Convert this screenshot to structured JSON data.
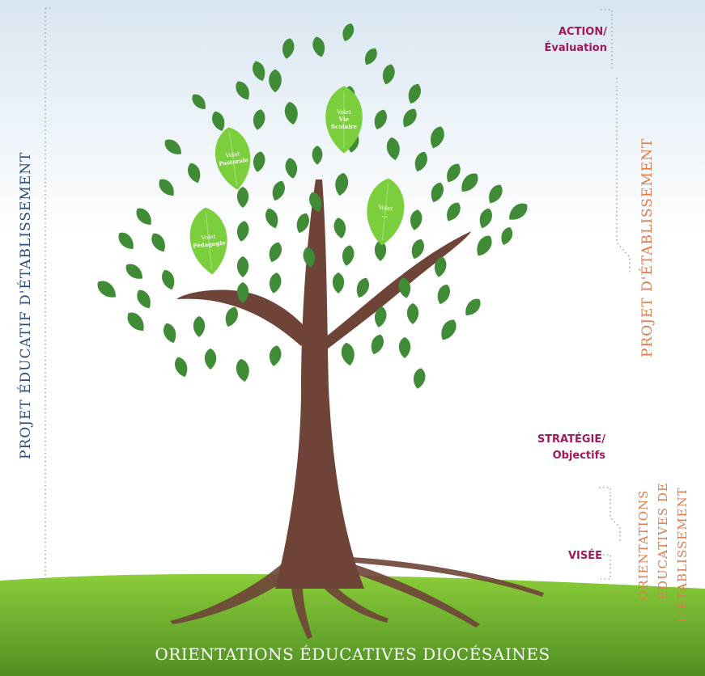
{
  "colors": {
    "sky_top": "#d9e6f1",
    "sky_bottom": "#ffffff",
    "grass_light": "#8ccd3a",
    "grass_dark": "#4f8f23",
    "trunk": "#6e4438",
    "leaf_dark": "#3f8b36",
    "leaf_light": "#7ccf3c",
    "left_label": "#2d4b7d",
    "right_label": "#e07b4a",
    "side_label": "#a0195a"
  },
  "left_vertical_label": "PROJET ÉDUCATIF D'ÉTABLISSEMENT",
  "right_vertical_labels": {
    "projet": "PROJET D'ÉTABLISSEMENT",
    "orientations": [
      "ORIENTATIONS",
      "ÉDUCATIVES DE",
      "L'ÉTABLISSEMENT"
    ]
  },
  "side_labels": {
    "action": [
      "ACTION/",
      "Évaluation"
    ],
    "strategie": [
      "STRATÉGIE/",
      "Objectifs"
    ],
    "visee": "VISÉE"
  },
  "bottom_label": "ORIENTATIONS ÉDUCATIVES DIOCÉSAINES",
  "highlight_leaves": [
    [
      "Volet",
      "Vie",
      "Scolaire"
    ],
    [
      "Volet",
      "Pastorale"
    ],
    [
      "Volet",
      "..."
    ],
    [
      "Volet",
      "Pédagogie"
    ]
  ]
}
